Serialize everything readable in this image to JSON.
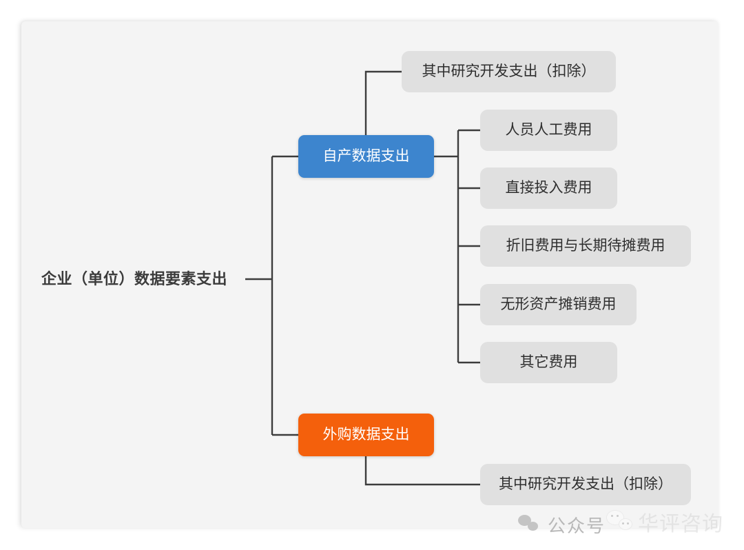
{
  "diagram": {
    "type": "mindmap",
    "title": "企业（单位）数据要素支出",
    "canvas_color": "#f4f4f4",
    "background_color": "#ffffff",
    "colors": {
      "root_text": "#3b3b3b",
      "blue_node": "#3d85ce",
      "orange_node": "#f4600c",
      "gray_node": "#e0e0e0",
      "gray_node_text": "#2e2e2e",
      "connector_line": "#3c3c3c"
    },
    "root": {
      "label": "企业（单位）数据要素支出"
    },
    "branches": [
      {
        "label": "自产数据支出",
        "style": "blue",
        "children": [
          {
            "label": "其中研究开发支出（扣除）",
            "style": "gray",
            "position": "above"
          },
          {
            "label": "人员人工费用",
            "style": "gray",
            "position": "right"
          },
          {
            "label": "直接投入费用",
            "style": "gray",
            "position": "right"
          },
          {
            "label": "折旧费用与长期待摊费用",
            "style": "gray",
            "position": "right"
          },
          {
            "label": "无形资产摊销费用",
            "style": "gray",
            "position": "right"
          },
          {
            "label": "其它费用",
            "style": "gray",
            "position": "right"
          }
        ]
      },
      {
        "label": "外购数据支出",
        "style": "orange",
        "children": [
          {
            "label": "其中研究开发支出（扣除）",
            "style": "gray",
            "position": "below"
          }
        ]
      }
    ]
  },
  "watermark": {
    "prefix": "公众号",
    "account": "华评咨询",
    "logo": "wechat-logo"
  }
}
